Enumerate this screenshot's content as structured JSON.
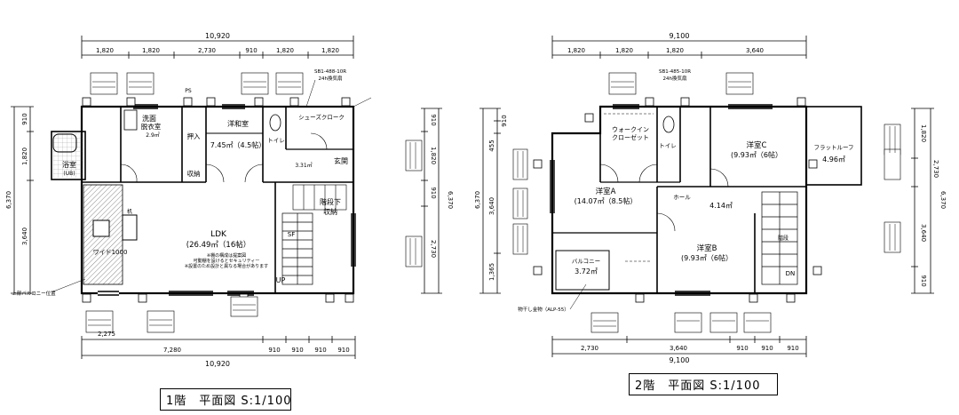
{
  "plan1": {
    "caption": "1階　平面図 S:1/100",
    "dims": {
      "total_top": "10,920",
      "top_segments": [
        "1,820",
        "1,820",
        "2,730",
        "910",
        "1,820",
        "1,820"
      ],
      "left_total": "6,370",
      "left_segments": [
        "910",
        "1,820",
        "3,640"
      ],
      "right_total": "6,370",
      "right_segments": [
        "910",
        "1,820",
        "910",
        "2,730"
      ],
      "bottom_segments": [
        "7,280",
        "910",
        "910",
        "910",
        "910"
      ],
      "bottom_total": "10,920",
      "bottom_sub": "2,275"
    },
    "rooms": {
      "senmen": "洗面",
      "datsui": "脱衣室",
      "senmen_area": "2.9㎡",
      "washitsu": "洋和室",
      "washitsu_area": "7.45㎡（4.5帖）",
      "oshiire": "押入",
      "shuno": "収納",
      "bath": "浴室",
      "bath_sub": "(UB)",
      "ldk": "LDK",
      "ldk_area": "(26.49㎡（16帖）",
      "genkan": "玄関",
      "toilet": "トイレ",
      "shoes": "シューズクローク",
      "kaidan_shita": "階段下",
      "kaidan_shuno": "収納",
      "pantry_note": "ワイド1000",
      "genkan_area": "3.31㎡",
      "tsukue": "机"
    },
    "notes": {
      "ldk_note1": "※棚の構成は提案図",
      "ldk_note2": "可動棚を設けるとセキュリティー",
      "ldk_note3": "※設置のため設計と異なる場合があります",
      "fan": "SB1-488-10R",
      "fan2": "24h換気扇",
      "ps": "PS",
      "up": "UP",
      "sf": "SF",
      "kamiya": "上部バルコニー位置"
    }
  },
  "plan2": {
    "caption": "2階　平面図 S:1/100",
    "dims": {
      "total_top": "9,100",
      "top_segments": [
        "1,820",
        "1,820",
        "1,820",
        "3,640"
      ],
      "left_total": "6,370",
      "left_segments": [
        "455",
        "910",
        "3,640",
        "1,365"
      ],
      "right_total": "6,370",
      "right_segments": [
        "1,820",
        "2,730",
        "3,640",
        "910"
      ],
      "bottom_segments": [
        "2,730",
        "3,640",
        "910",
        "910",
        "910"
      ],
      "bottom_total": "9,100"
    },
    "rooms": {
      "walkin": "ウォークイン",
      "closet": "クローゼット",
      "toilet": "トイレ",
      "youC": "洋室C",
      "youC_area": "(9.93㎡（6帖）",
      "youA": "洋室A",
      "youA_area": "(14.07㎡（8.5帖）",
      "youB": "洋室B",
      "youB_area": "(9.93㎡（6帖）",
      "hall": "ホール",
      "hall_area": "4.14㎡",
      "balcony": "バルコニー",
      "balcony_area": "3.72㎡",
      "flatroof": "フラットルーフ",
      "flatroof_area": "4.96㎡",
      "kaidan": "階段"
    },
    "notes": {
      "fan": "SB1-485-10R",
      "fan2": "24h換気扇",
      "down": "DN",
      "monohoshi": "物干し金物（ALP-55）"
    }
  }
}
